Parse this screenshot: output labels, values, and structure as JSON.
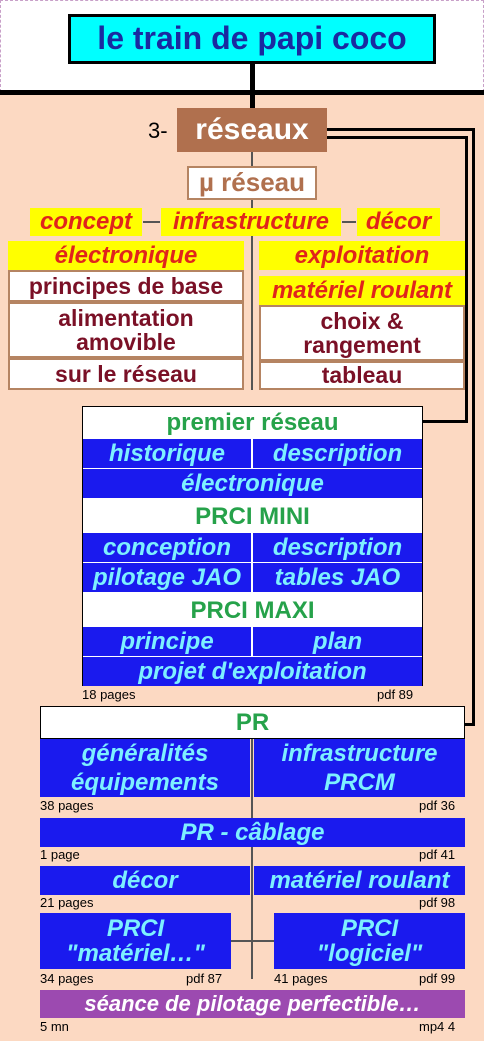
{
  "title": "le train de papi coco",
  "section": {
    "number": "3-",
    "label": "réseaux"
  },
  "micro": {
    "title": "µ réseau",
    "row1": [
      "concept",
      "infrastructure",
      "décor"
    ],
    "row2": [
      "électronique",
      "exploitation"
    ],
    "left": [
      "principes de base",
      "alimentation amovible",
      "sur le réseau"
    ],
    "right": [
      "matériel roulant",
      "choix & rangement",
      "tableau"
    ]
  },
  "premier": {
    "title": "premier réseau",
    "items": [
      "historique",
      "description",
      "électronique"
    ],
    "mini_title": "PRCI MINI",
    "mini_items": [
      "conception",
      "description",
      "pilotage JAO",
      "tables JAO"
    ],
    "maxi_title": "PRCI MAXI",
    "maxi_items": [
      "principe",
      "plan",
      "projet d'exploitation"
    ],
    "pages": "18 pages",
    "pdf": "pdf 89"
  },
  "pr": {
    "title": "PR",
    "items": [
      "généralités",
      "infrastructure",
      "équipements",
      "PRCM"
    ],
    "pages": "38 pages",
    "pdf": "pdf 36",
    "cablage": "PR - câblage",
    "cablage_pages": "1 page",
    "cablage_pdf": "pdf 41",
    "decor": "décor",
    "materiel": "matériel roulant",
    "decor_pages": "21 pages",
    "decor_pdf": "pdf 98",
    "prci_mat": "PRCI \"matériel…\"",
    "prci_mat_pages": "34 pages",
    "prci_mat_pdf": "pdf 87",
    "prci_log": "PRCI \"logiciel\"",
    "prci_log_pages": "41 pages",
    "prci_log_pdf": "pdf 99",
    "seance": "séance de pilotage perfectible…",
    "seance_len": "5 mn",
    "seance_fmt": "mp4 4"
  }
}
